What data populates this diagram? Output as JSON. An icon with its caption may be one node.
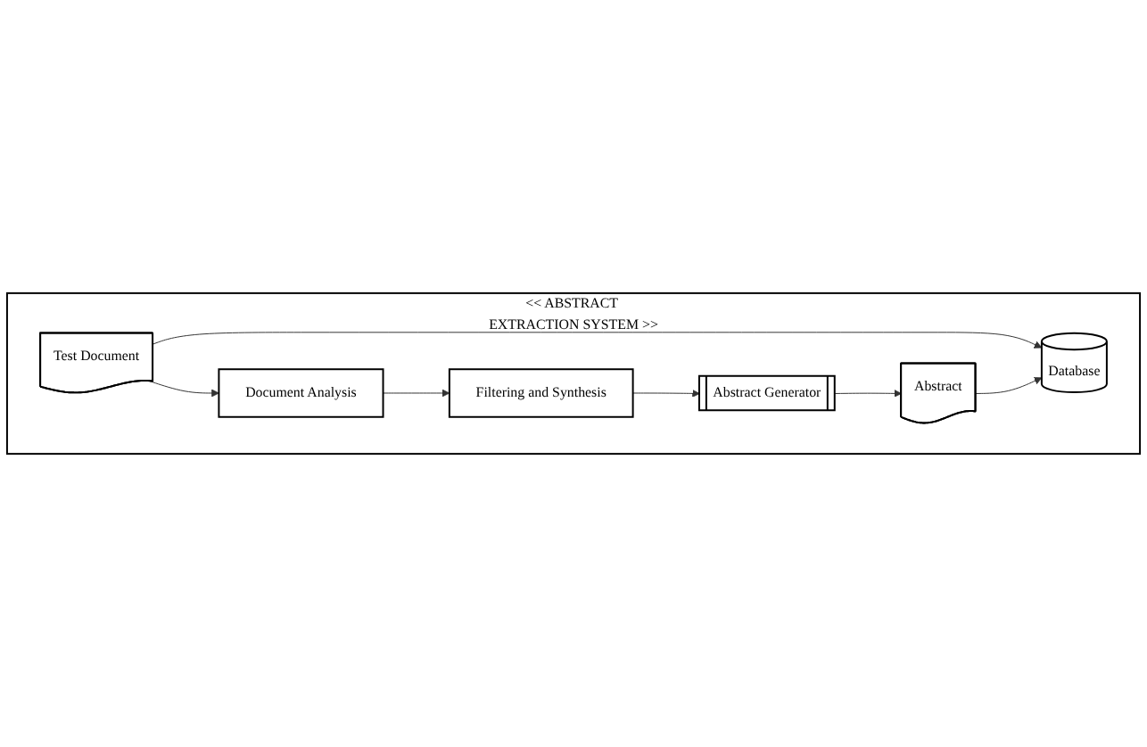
{
  "diagram": {
    "nodes": [
      {
        "text": [
          "<< ABSTRACT EXTRACTION SYSTEM >>"
        ]
      },
      {
        "text": [
          "Test Document"
        ],
        "in": 0
      },
      {
        "text": [
          "Document Analysis"
        ],
        "in": 0
      },
      {
        "text": [
          "Filtering and Synthesis"
        ],
        "in": 0
      },
      {
        "text": [
          "Abstract Generator"
        ],
        "in": 0
      },
      {
        "text": [
          "Abstract"
        ],
        "in": 0
      },
      {
        "text": [
          "Database"
        ],
        "in": 0
      }
    ],
    "edges": [
      {
        "from": 1,
        "to": 2,
        "arrow": "to"
      },
      {
        "from": 2,
        "to": 3,
        "arrow": "to"
      },
      {
        "from": 3,
        "to": 4,
        "arrow": "to"
      },
      {
        "from": 4,
        "to": 5,
        "arrow": "to"
      },
      {
        "from": 1,
        "to": 6,
        "arrow": "to"
      },
      {
        "from": 5,
        "to": 6,
        "arrow": "to"
      }
    ]
  }
}
